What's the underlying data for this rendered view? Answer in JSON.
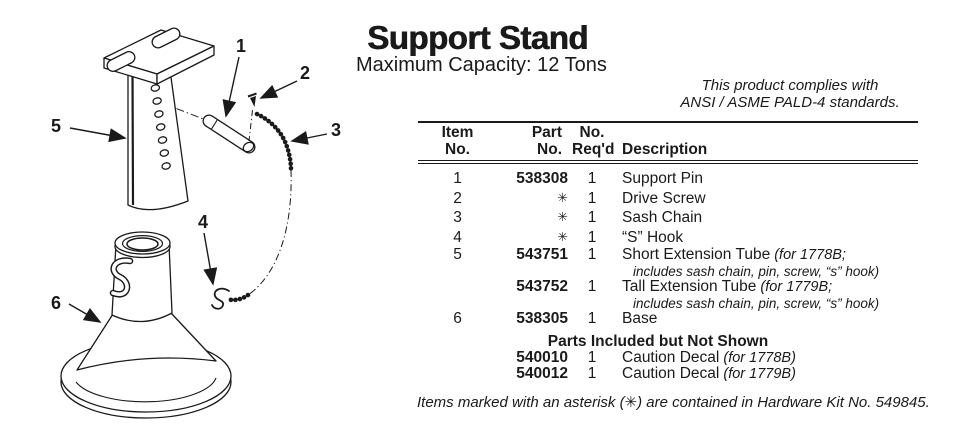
{
  "page": {
    "title": "Support Stand",
    "subtitle": "Maximum Capacity: 12 Tons",
    "compliance_line1": "This product complies with",
    "compliance_line2": "ANSI / ASME PALD-4 standards."
  },
  "diagram": {
    "callouts": [
      "1",
      "2",
      "3",
      "4",
      "5",
      "6"
    ]
  },
  "table": {
    "header": {
      "item_line1": "Item",
      "item_line2": "No.",
      "part_line1": "Part",
      "part_line2": "No.",
      "qty_line1": "No.",
      "qty_line2": "Req'd",
      "desc": "Description"
    },
    "rows": [
      {
        "item": "1",
        "part": "538308",
        "qty": "1",
        "desc": "Support Pin",
        "desc_note": "",
        "cont": ""
      },
      {
        "item": "2",
        "part": "✳",
        "qty": "1",
        "desc": "Drive Screw",
        "desc_note": "",
        "cont": ""
      },
      {
        "item": "3",
        "part": "✳",
        "qty": "1",
        "desc": "Sash Chain",
        "desc_note": "",
        "cont": ""
      },
      {
        "item": "4",
        "part": "✳",
        "qty": "1",
        "desc": "“S” Hook",
        "desc_note": "",
        "cont": ""
      },
      {
        "item": "5",
        "part": "543751",
        "qty": "1",
        "desc": "Short Extension Tube",
        "desc_note": "(for 1778B;",
        "cont": "includes sash chain, pin, screw, “s” hook)"
      },
      {
        "item": "",
        "part": "543752",
        "qty": "1",
        "desc": "Tall Extension Tube",
        "desc_note": "(for 1779B;",
        "cont": "includes sash chain, pin, screw, “s” hook)"
      },
      {
        "item": "6",
        "part": "538305",
        "qty": "1",
        "desc": "Base",
        "desc_note": "",
        "cont": ""
      }
    ],
    "section_header": "Parts Included but Not Shown",
    "hidden_rows": [
      {
        "part": "540010",
        "qty": "1",
        "desc": "Caution Decal",
        "desc_note": "(for 1778B)"
      },
      {
        "part": "540012",
        "qty": "1",
        "desc": "Caution Decal",
        "desc_note": "(for 1779B)"
      }
    ],
    "footnote": "Items marked with an asterisk (✳) are contained in Hardware Kit No. 549845."
  }
}
